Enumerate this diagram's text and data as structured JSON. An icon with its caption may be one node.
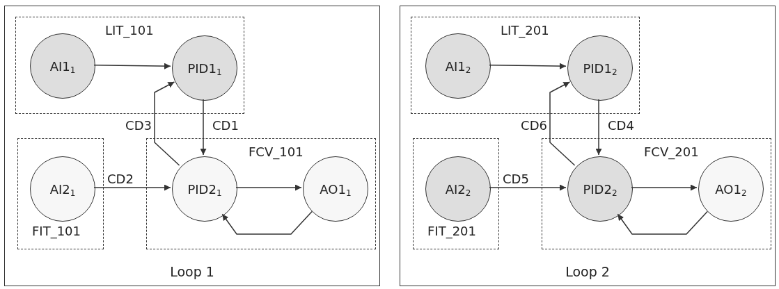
{
  "diagram": {
    "nodes": [
      {
        "text": [
          "Loop 1"
        ]
      },
      {
        "text": [
          "LIT_101"
        ],
        "in": 0
      },
      {
        "text": [
          "AI1$_{1}$"
        ],
        "in": 1
      },
      {
        "text": [
          "PID1$_{1}$"
        ],
        "in": 1
      },
      {
        "text": [
          "FIT_101"
        ],
        "in": 0
      },
      {
        "text": [
          "AI2$_{1}$"
        ],
        "in": 4
      },
      {
        "text": [
          "FCV_101"
        ],
        "in": 0
      },
      {
        "text": [
          "PID2$_{1}$"
        ],
        "in": 6
      },
      {
        "text": [
          "AO1$_{1}$"
        ],
        "in": 6
      },
      {
        "text": [
          "Loop 2"
        ]
      },
      {
        "text": [
          "LIT_201"
        ],
        "in": 9
      },
      {
        "text": [
          "AI1$_{2}$"
        ],
        "in": 10
      },
      {
        "text": [
          "PID1$_{2}$"
        ],
        "in": 10
      },
      {
        "text": [
          "FIT_201"
        ],
        "in": 9
      },
      {
        "text": [
          "AI2$_{2}$"
        ],
        "in": 13
      },
      {
        "text": [
          "FCV_201"
        ],
        "in": 9
      },
      {
        "text": [
          "PID2$_{2}$"
        ],
        "in": 15
      },
      {
        "text": [
          "AO1$_{2}$"
        ],
        "in": 15
      }
    ],
    "edges": [
      {
        "from": 2,
        "to": 3,
        "arrow": "to"
      },
      {
        "from": 3,
        "to": 7,
        "arrow": "to",
        "label": "CD1"
      },
      {
        "from": 5,
        "to": 7,
        "arrow": "to",
        "label": "CD2"
      },
      {
        "from": 7,
        "to": 3,
        "arrow": "to",
        "label": "CD3"
      },
      {
        "from": 7,
        "to": 8,
        "arrow": "to"
      },
      {
        "from": 8,
        "to": 7,
        "arrow": "to"
      },
      {
        "from": 11,
        "to": 12,
        "arrow": "to"
      },
      {
        "from": 12,
        "to": 16,
        "arrow": "to",
        "label": "CD4"
      },
      {
        "from": 14,
        "to": 16,
        "arrow": "to",
        "label": "CD5"
      },
      {
        "from": 16,
        "to": 12,
        "arrow": "to",
        "label": "CD6"
      },
      {
        "from": 16,
        "to": 17,
        "arrow": "to"
      },
      {
        "from": 17,
        "to": 16,
        "arrow": "to"
      }
    ]
  }
}
